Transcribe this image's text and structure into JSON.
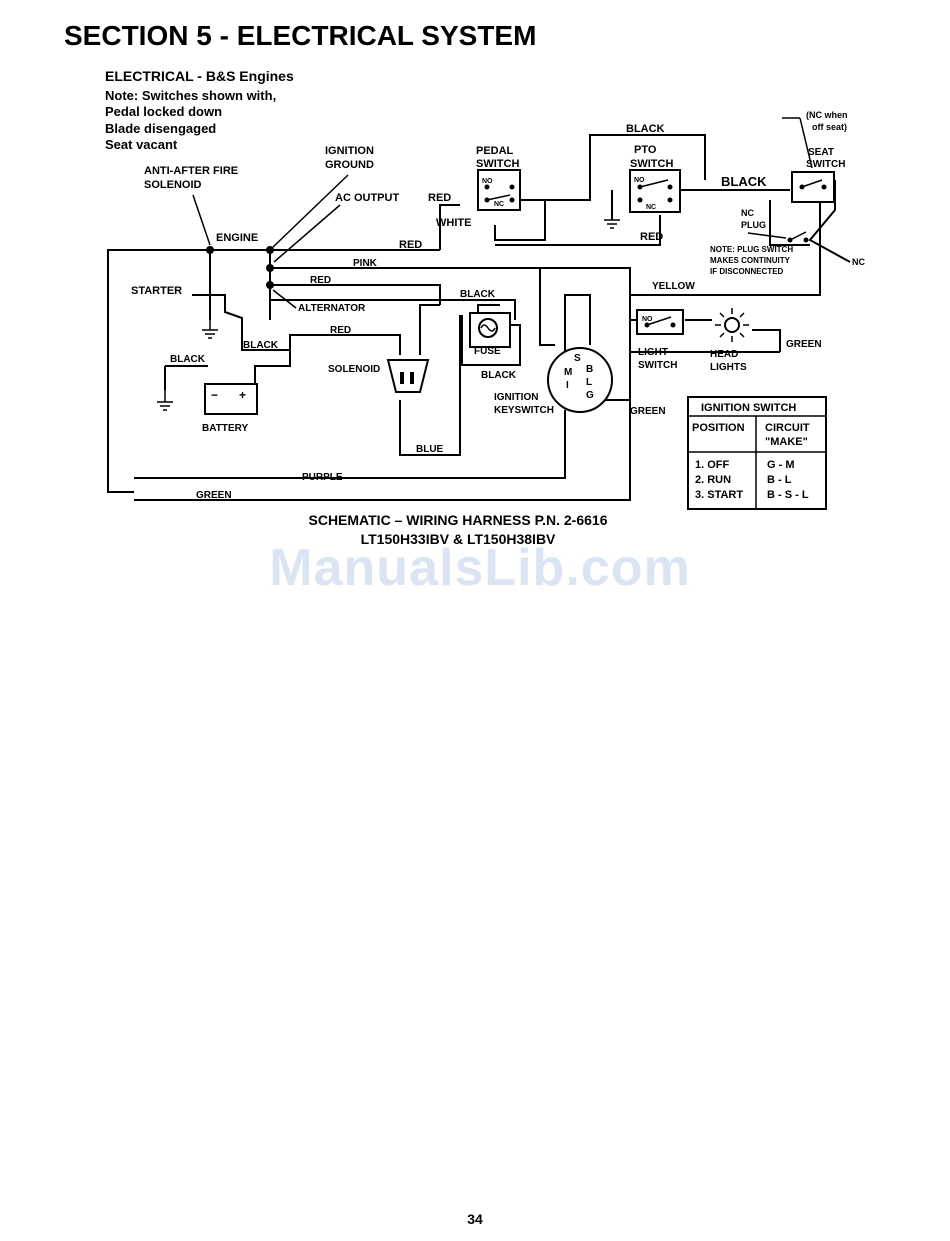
{
  "page": {
    "section_title": "SECTION 5 - ELECTRICAL SYSTEM",
    "page_number": "34",
    "watermark": "ManualsLib.com"
  },
  "diagram": {
    "heading": "ELECTRICAL - B&S Engines",
    "note_lines": [
      "Note: Switches shown with,",
      "Pedal locked down",
      "Blade disengaged",
      "Seat vacant"
    ],
    "caption_line1": "SCHEMATIC – WIRING HARNESS P.N. 2-6616",
    "caption_line2": "LT150H33IBV & LT150H38IBV",
    "components": {
      "anti_after_fire_1": "ANTI-AFTER FIRE",
      "anti_after_fire_2": "SOLENOID",
      "ignition_ground_1": "IGNITION",
      "ignition_ground_2": "GROUND",
      "ac_output": "AC OUTPUT",
      "pedal_switch_1": "PEDAL",
      "pedal_switch_2": "SWITCH",
      "pto_switch_1": "PTO",
      "pto_switch_2": "SWITCH",
      "seat_switch_1": "SEAT",
      "seat_switch_2": "SWITCH",
      "nc_when_1": "(NC when",
      "nc_when_2": "off seat)",
      "engine": "ENGINE",
      "starter": "STARTER",
      "alternator": "ALTERNATOR",
      "solenoid": "SOLENOID",
      "battery": "BATTERY",
      "fuse": "FUSE",
      "ignition_keyswitch_1": "IGNITION",
      "ignition_keyswitch_2": "KEYSWITCH",
      "light_switch_1": "LIGHT",
      "light_switch_2": "SWITCH",
      "head_lights_1": "HEAD",
      "head_lights_2": "LIGHTS",
      "nc_plug_1": "NC",
      "nc_plug_2": "PLUG",
      "plug_note_1": "NOTE: PLUG SWITCH",
      "plug_note_2": "MAKES CONTINUITY",
      "plug_note_3": "IF DISCONNECTED",
      "nc": "NC",
      "no": "NO",
      "minus": "−",
      "plus": "+",
      "key_s": "S",
      "key_m": "M",
      "key_i": "I",
      "key_b": "B",
      "key_l": "L",
      "key_g": "G"
    },
    "wires": {
      "black_top": "BLACK",
      "black_pto": "BLACK",
      "red_pedal": "RED",
      "white": "WHITE",
      "red_pto": "RED",
      "red_engine": "RED",
      "pink": "PINK",
      "red_mid": "RED",
      "black_mid": "BLACK",
      "yellow": "YELLOW",
      "black_starter": "BLACK",
      "red_solenoid": "RED",
      "black_battery": "BLACK",
      "black_fuse": "BLACK",
      "blue": "BLUE",
      "green_light": "GREEN",
      "green_key": "GREEN",
      "purple": "PURPLE",
      "green_bottom": "GREEN"
    },
    "ignition_table": {
      "title": "IGNITION SWITCH",
      "col1": "POSITION",
      "col2_line1": "CIRCUIT",
      "col2_line2": "\"MAKE\"",
      "positions": [
        "1. OFF",
        "2. RUN",
        "3. START"
      ],
      "circuits": [
        "G - M",
        "B - L",
        "B - S - L"
      ]
    }
  }
}
